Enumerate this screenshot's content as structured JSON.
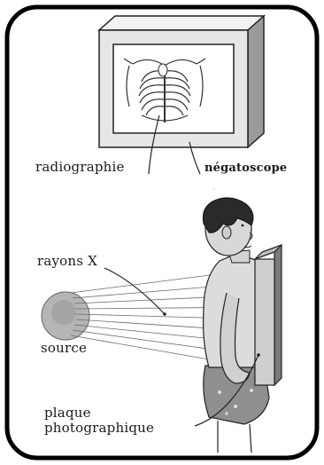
{
  "labels": {
    "radiographie": "radiographie",
    "negatoscope": "négatoscope",
    "rayons_x": "rayons X",
    "source": "source",
    "plaque_line1": "plaque",
    "plaque_line2": "photographique"
  },
  "colors": {
    "ink": "#1a1a1a",
    "frame": "#000000",
    "paper": "#ffffff",
    "box_shade": "#e6e6e6",
    "box_side": "#9a9a9a",
    "skin": "#d8d8d8",
    "source": "#b5b5b5"
  }
}
